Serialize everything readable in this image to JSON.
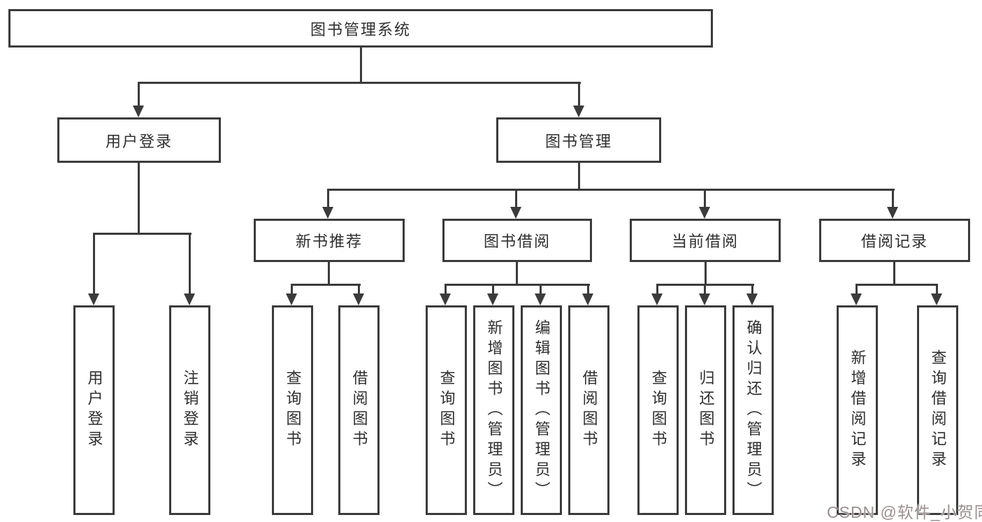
{
  "diagram": {
    "root": "图书管理系统",
    "level2": {
      "user_login": "用户登录",
      "book_mgmt": "图书管理"
    },
    "categories": {
      "new_books": "新书推荐",
      "book_borrow": "图书借阅",
      "current_borrow": "当前借阅",
      "borrow_records": "借阅记录"
    },
    "leaves": {
      "ul_login": "用户登录",
      "ul_logout": "注销登录",
      "nb_query": "查询图书",
      "nb_borrow": "借阅图书",
      "bb_query": "查询图书",
      "bb_add": "新增图书（管理员）",
      "bb_edit": "编辑图书（管理员）",
      "bb_borrow": "借阅图书",
      "cb_query": "查询图书",
      "cb_return": "归还图书",
      "cb_confirm": "确认归还（管理员）",
      "br_add": "新增借阅记录",
      "br_query": "查询借阅记录"
    },
    "watermark": "CSDN @软件_小贺同学",
    "colors": {
      "line": "#3b3b3b",
      "text": "#2f2f2f",
      "background": "#ffffff",
      "watermark": "#9b8f8f"
    }
  }
}
